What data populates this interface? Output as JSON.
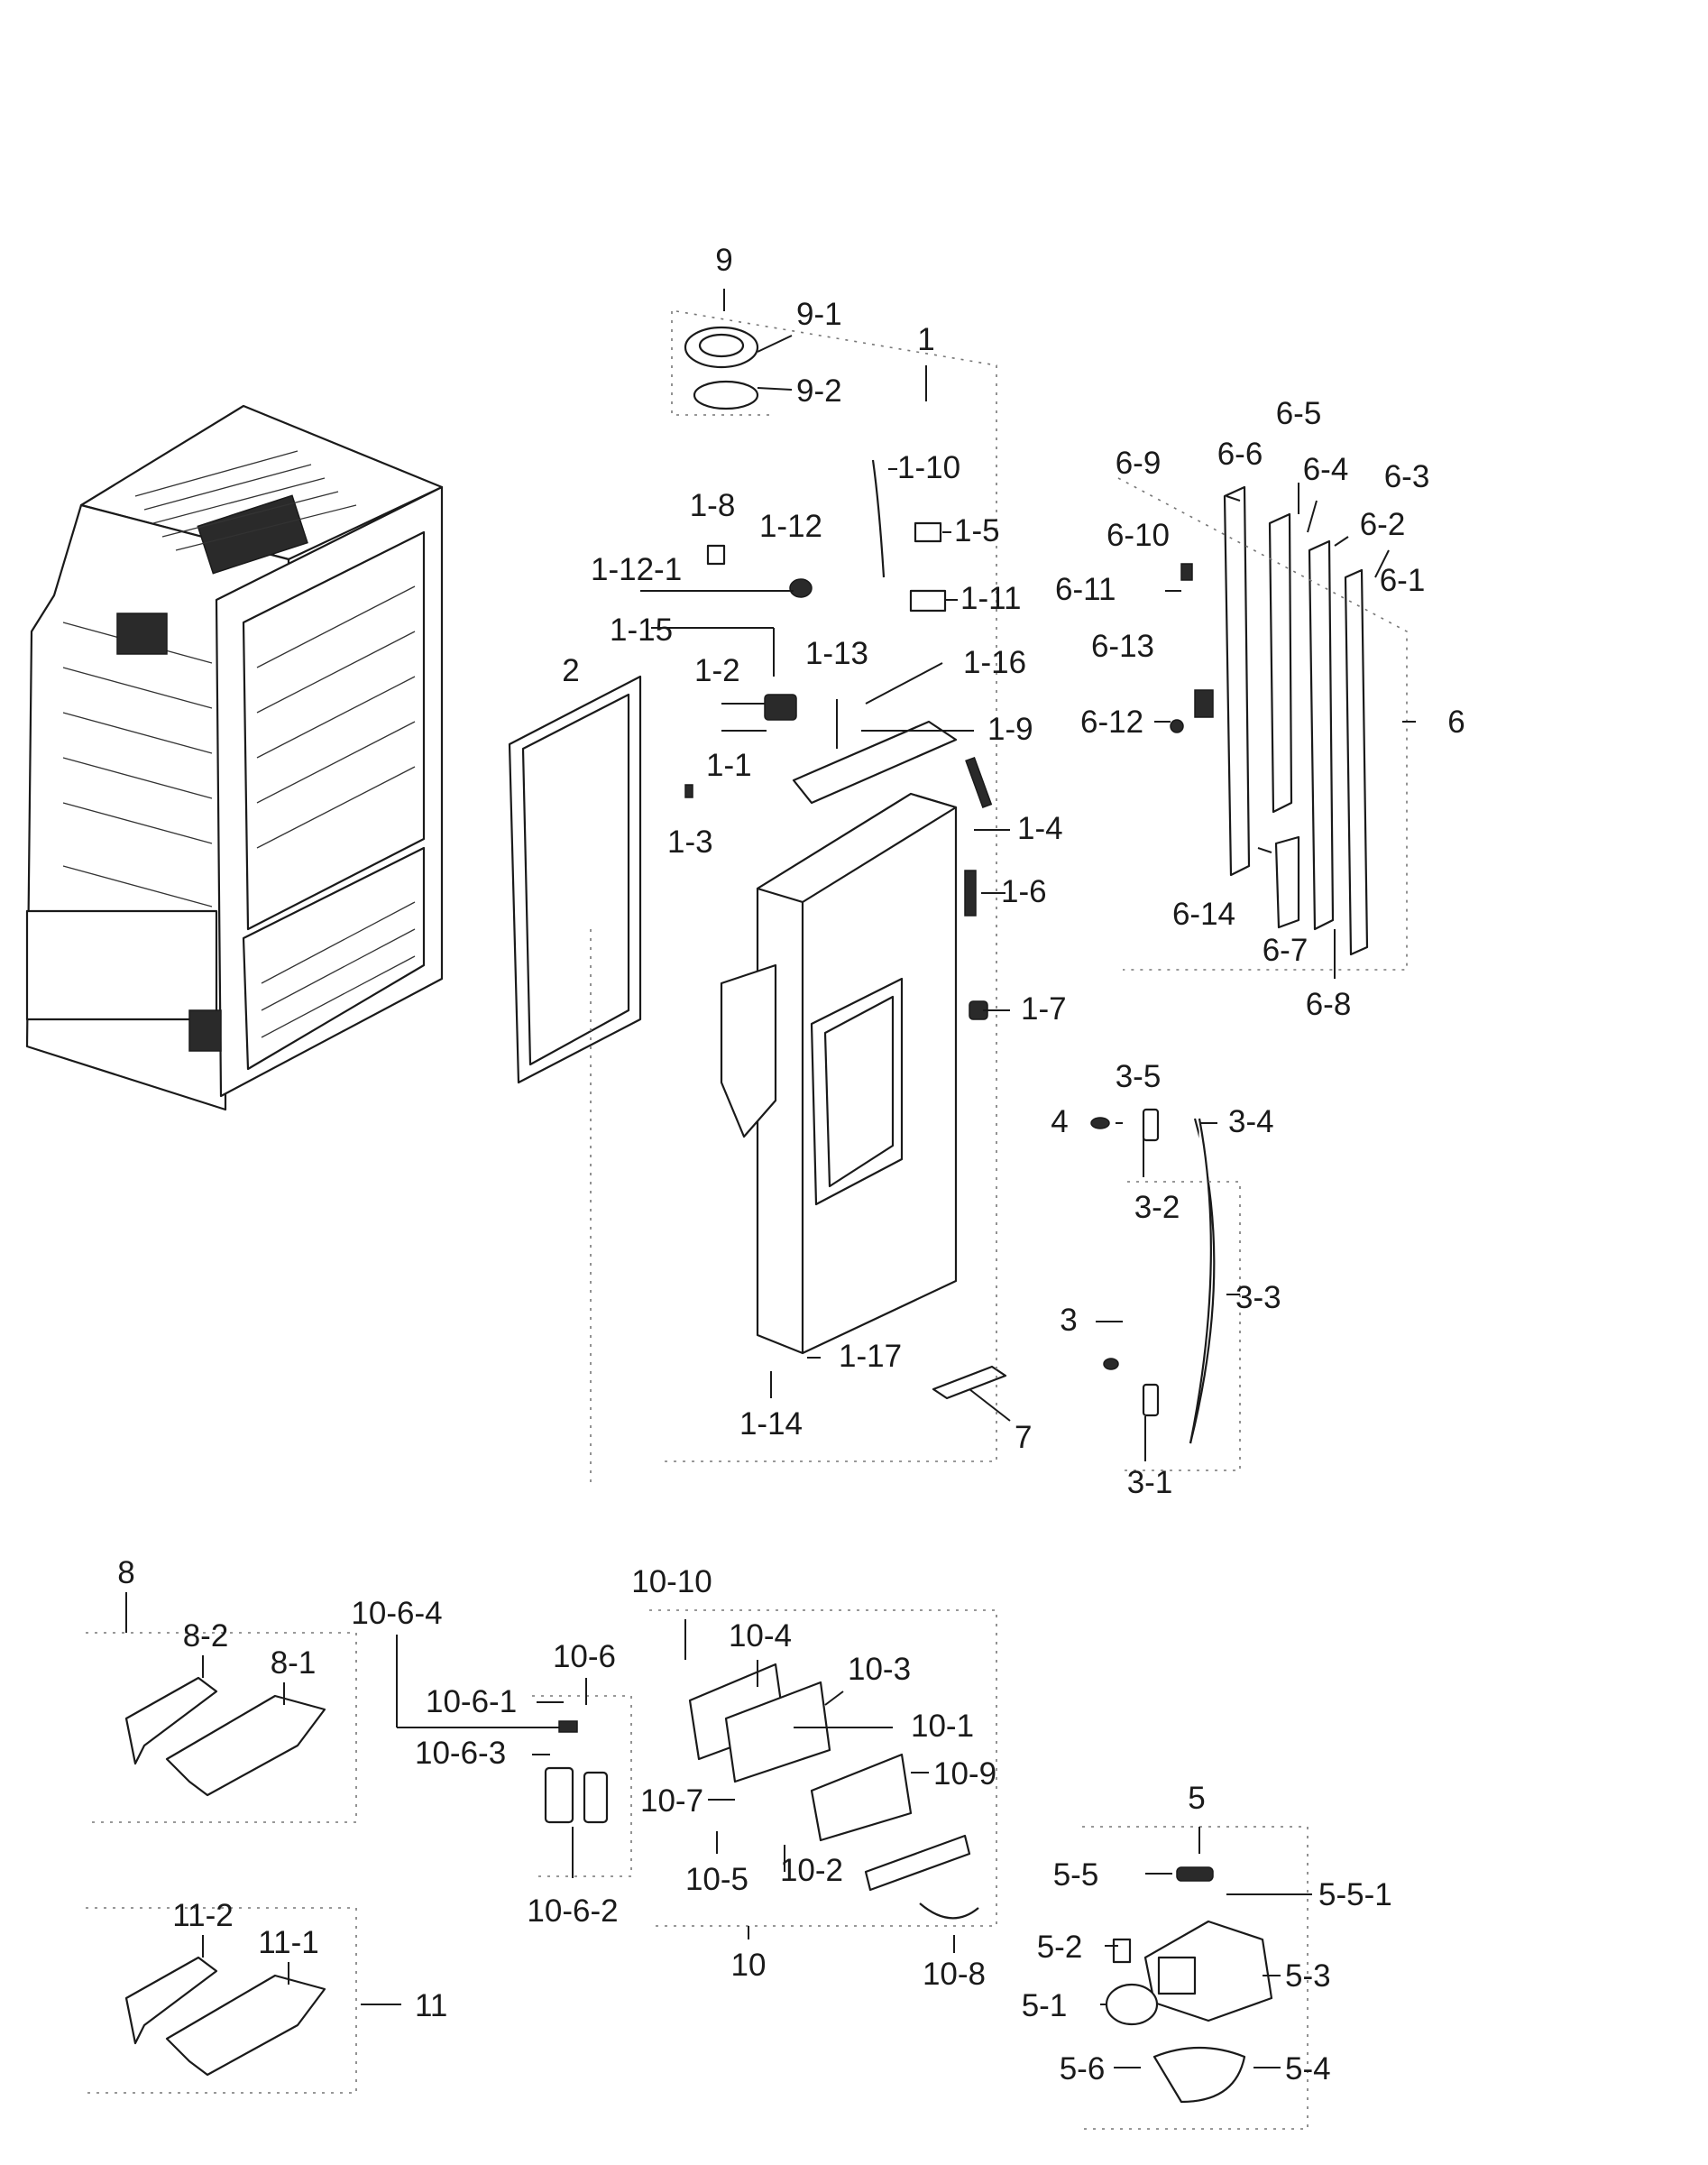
{
  "callouts": {
    "c1": "1",
    "c1_1": "1-1",
    "c1_2": "1-2",
    "c1_3": "1-3",
    "c1_4": "1-4",
    "c1_5": "1-5",
    "c1_6": "1-6",
    "c1_7": "1-7",
    "c1_8": "1-8",
    "c1_9": "1-9",
    "c1_10": "1-10",
    "c1_11": "1-11",
    "c1_12": "1-12",
    "c1_12_1": "1-12-1",
    "c1_13": "1-13",
    "c1_14": "1-14",
    "c1_15": "1-15",
    "c1_16": "1-16",
    "c1_17": "1-17",
    "c2": "2",
    "c3": "3",
    "c3_1": "3-1",
    "c3_2": "3-2",
    "c3_3": "3-3",
    "c3_4": "3-4",
    "c3_5": "3-5",
    "c4": "4",
    "c5": "5",
    "c5_1": "5-1",
    "c5_2": "5-2",
    "c5_3": "5-3",
    "c5_4": "5-4",
    "c5_5": "5-5",
    "c5_5_1": "5-5-1",
    "c5_6": "5-6",
    "c6": "6",
    "c6_1": "6-1",
    "c6_2": "6-2",
    "c6_3": "6-3",
    "c6_4": "6-4",
    "c6_5": "6-5",
    "c6_6": "6-6",
    "c6_7": "6-7",
    "c6_8": "6-8",
    "c6_9": "6-9",
    "c6_10": "6-10",
    "c6_11": "6-11",
    "c6_12": "6-12",
    "c6_13": "6-13",
    "c6_14": "6-14",
    "c7": "7",
    "c8": "8",
    "c8_1": "8-1",
    "c8_2": "8-2",
    "c9": "9",
    "c9_1": "9-1",
    "c9_2": "9-2",
    "c10": "10",
    "c10_1": "10-1",
    "c10_2": "10-2",
    "c10_3": "10-3",
    "c10_4": "10-4",
    "c10_5": "10-5",
    "c10_6": "10-6",
    "c10_6_1": "10-6-1",
    "c10_6_2": "10-6-2",
    "c10_6_3": "10-6-3",
    "c10_6_4": "10-6-4",
    "c10_7": "10-7",
    "c10_8": "10-8",
    "c10_9": "10-9",
    "c10_10": "10-10",
    "c11": "11",
    "c11_1": "11-1",
    "c11_2": "11-2"
  }
}
